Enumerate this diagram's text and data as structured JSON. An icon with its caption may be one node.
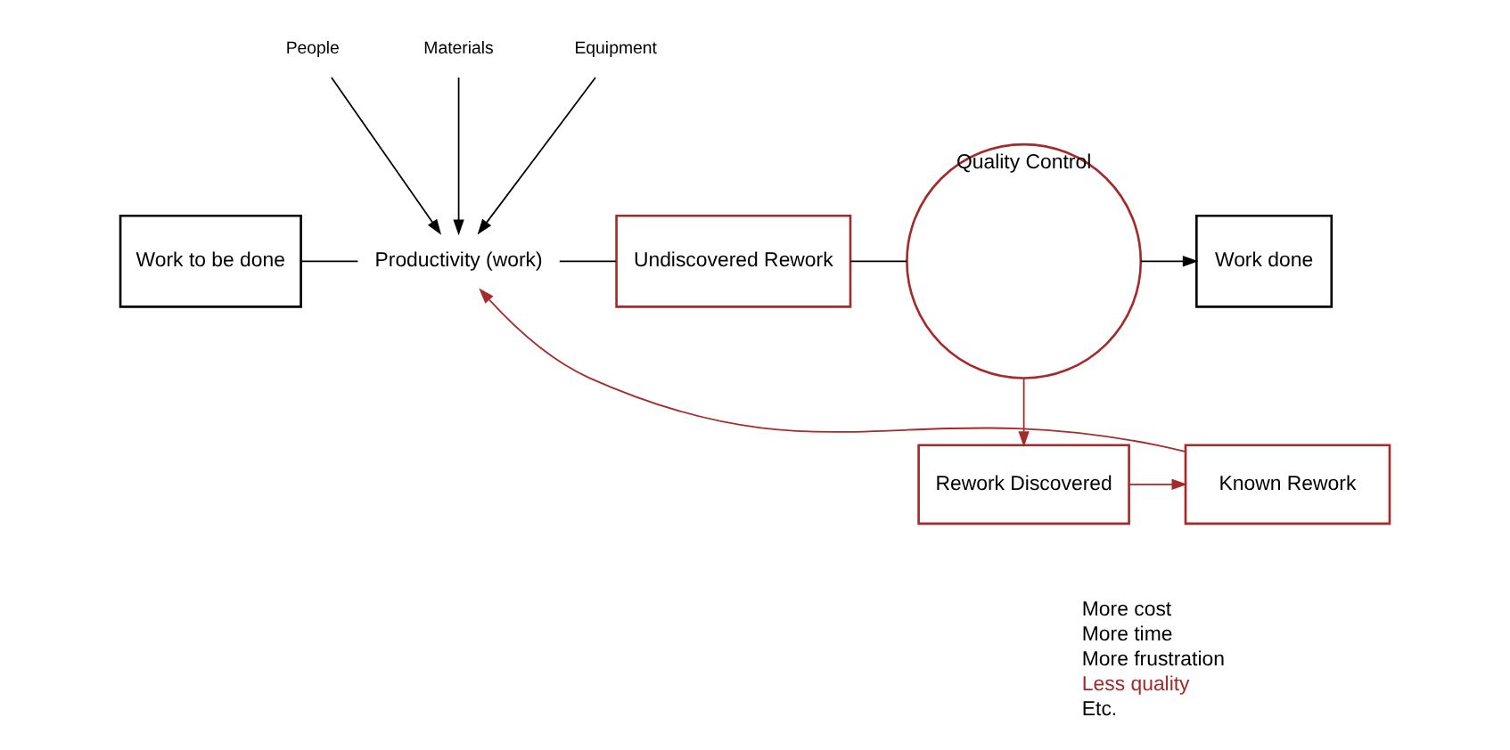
{
  "diagram": {
    "nodes": [
      {
        "text": [
          "People"
        ]
      },
      {
        "text": [
          "Materials"
        ]
      },
      {
        "text": [
          "Equipment"
        ]
      },
      {
        "text": [
          "Work to be done"
        ]
      },
      {
        "text": [
          "Productivity (work)"
        ]
      },
      {
        "text": [
          "Undiscovered Rework"
        ]
      },
      {
        "text": [
          "Quality Control"
        ]
      },
      {
        "text": [
          "Work done"
        ]
      },
      {
        "text": [
          "Known Rework"
        ]
      },
      {
        "text": [
          "Rework Discovered"
        ]
      }
    ],
    "edges": [
      {
        "from": 0,
        "to": 4,
        "arrow": "to"
      },
      {
        "from": 1,
        "to": 4,
        "arrow": "to"
      },
      {
        "from": 2,
        "to": 4,
        "arrow": "to"
      },
      {
        "from": 3,
        "to": 4,
        "arrow": "none"
      },
      {
        "from": 4,
        "to": 5,
        "arrow": "none"
      },
      {
        "from": 5,
        "to": 6,
        "arrow": "none"
      },
      {
        "from": 6,
        "to": 7,
        "arrow": "to"
      },
      {
        "from": 6,
        "to": 9,
        "arrow": "to",
        "color": "#a52a2a"
      },
      {
        "from": 9,
        "to": 8,
        "arrow": "to",
        "color": "#a52a2a"
      },
      {
        "from": 8,
        "to": 4,
        "arrow": "to",
        "color": "#a52a2a"
      }
    ],
    "labels": [
      "More cost",
      "More time",
      "More frustration",
      "Less quality",
      "Etc."
    ]
  }
}
